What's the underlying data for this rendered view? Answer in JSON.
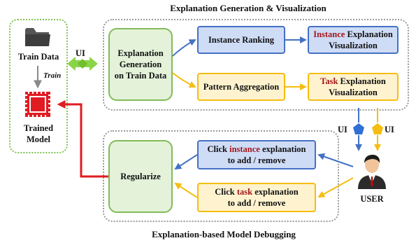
{
  "titles": {
    "top": "Explanation Generation & Visualization",
    "bottom": "Explanation-based Model Debugging"
  },
  "left_panel": {
    "train_data": "Train Data",
    "train_arrow": "Train",
    "trained_model_line1": "Trained",
    "trained_model_line2": "Model"
  },
  "ui_labels": {
    "left": "UI",
    "blue": "UI",
    "yellow": "UI"
  },
  "boxes": {
    "explanation_generation": [
      "Explanation",
      "Generation",
      "on Train Data"
    ],
    "instance_ranking": "Instance Ranking",
    "pattern_aggregation": "Pattern Aggregation",
    "instance_vis": {
      "highlight": "Instance",
      "rest": " Explanation",
      "line2": "Visualization"
    },
    "task_vis": {
      "highlight": "Task",
      "rest": " Explanation",
      "line2": "Visualization"
    },
    "regularize": "Regularize",
    "click_instance": {
      "pre": "Click ",
      "highlight": "instance",
      "post": " explanation",
      "line2": "to add / remove"
    },
    "click_task": {
      "pre": "Click ",
      "highlight": "task",
      "post": " explanation",
      "line2": "to add / remove"
    }
  },
  "user_label": "USER",
  "colors": {
    "green_border": "#82bb59",
    "green_fill": "#e3f2d9",
    "blue_border": "#4471c4",
    "blue_fill": "#cfdcf6",
    "yellow_border": "#f5bd10",
    "yellow_fill": "#fff3cf",
    "red": "#e11b22",
    "highlight_text": "#a4161a"
  },
  "icons": [
    "folder-icon",
    "model-chip-icon",
    "user-avatar-icon"
  ]
}
